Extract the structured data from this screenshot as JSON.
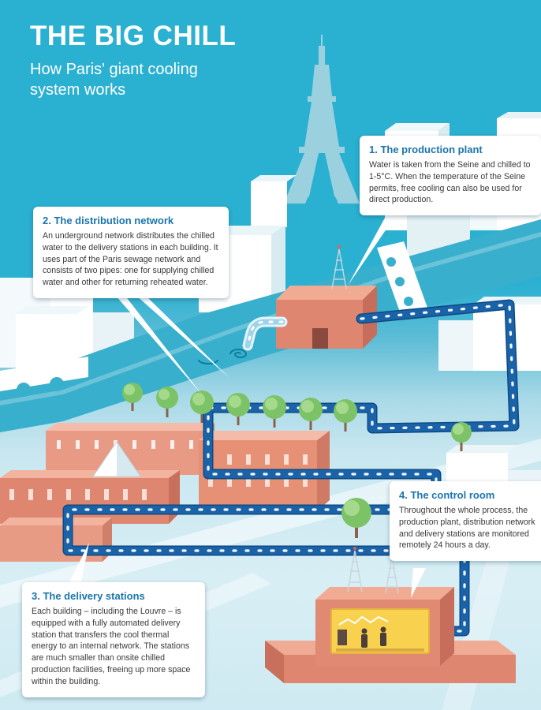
{
  "header": {
    "title": "THE BIG CHILL",
    "subtitle": "How Paris' giant cooling system works"
  },
  "callouts": [
    {
      "heading": "1. The production plant",
      "body": "Water is taken from the Seine and chilled to 1-5°C. When the temperature of the Seine permits, free cooling can also be used for direct production."
    },
    {
      "heading": "2. The distribution network",
      "body": "An underground network distributes the chilled water to the delivery stations in each building. It uses part of the Paris sewage network and consists of two pipes: one for supplying chilled water and other for returning reheated water."
    },
    {
      "heading": "3. The delivery stations",
      "body": "Each building – including the Louvre – is equipped with a fully automated delivery station that transfers the cool thermal energy to an internal network. The stations are much smaller than onsite chilled production facilities, freeing up more space within the building."
    },
    {
      "heading": "4. The control room",
      "body": "Throughout the whole process, the production plant, distribution network and delivery stations are monitored remotely 24 hours a day."
    }
  ],
  "colors": {
    "sky": "#2ab0d1",
    "river": "#38afcc",
    "pipe": "#1a63a9",
    "heading_accent": "#1a74ad",
    "plant_building": "#e08a74",
    "tree": "#7cc266",
    "control_window": "#f8d24e"
  }
}
